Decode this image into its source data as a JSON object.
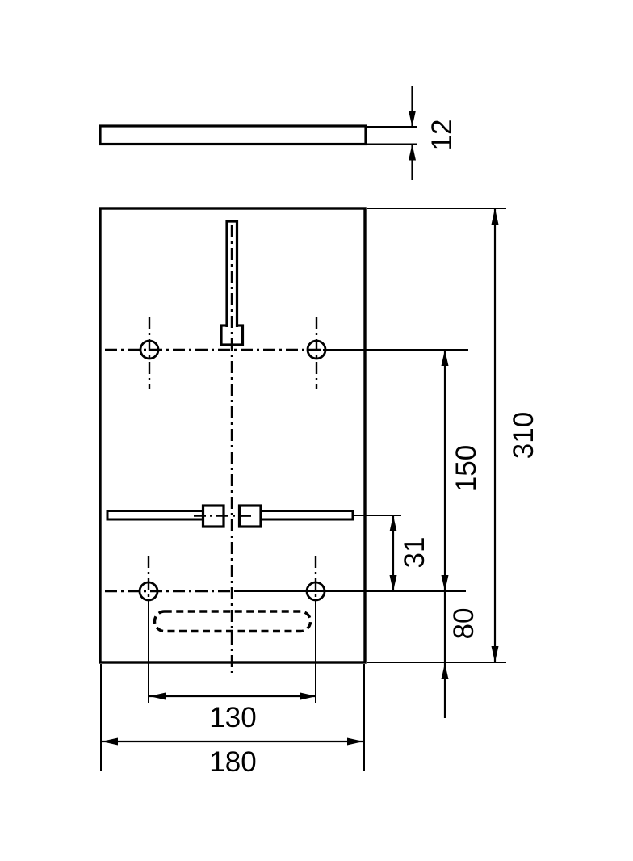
{
  "drawing": {
    "type": "technical-drawing",
    "subject": "flat mounting plate with keyhole slot, two hole rows and hidden slot",
    "views": {
      "side_view": "plate thickness view (top)",
      "front_view": "plate face view (bottom)"
    },
    "dimensions": {
      "thickness": "12",
      "plate_height": "310",
      "hole_rows_spacing": "150",
      "slot_to_lower_holes": "31",
      "lower_holes_to_bottom_edge": "80",
      "holes_horizontal_spacing": "130",
      "plate_width": "180"
    },
    "colors": {
      "line": "#000000",
      "background": "#ffffff"
    }
  }
}
